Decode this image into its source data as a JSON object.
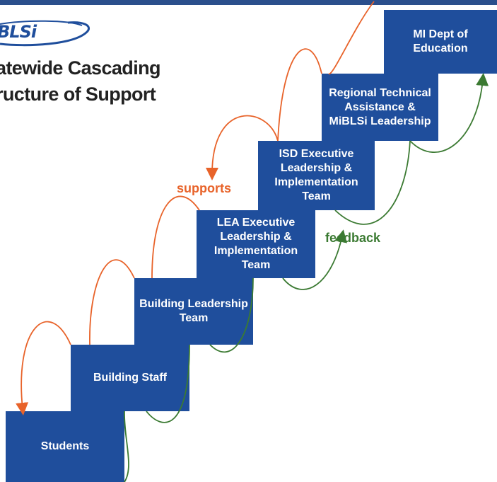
{
  "logo": {
    "text": "BLSi"
  },
  "title": {
    "line1": "atewide Cascading",
    "line2": "ructure of Support"
  },
  "steps": [
    {
      "label": "Students"
    },
    {
      "label": "Building Staff"
    },
    {
      "label": "Building Leadership Team"
    },
    {
      "label": "LEA Executive Leadership & Implementation Team"
    },
    {
      "label": "ISD Executive Leadership & Implementation Team"
    },
    {
      "label": "Regional Technical Assistance & MiBLSi Leadership"
    },
    {
      "label": "MI Dept of Education"
    }
  ],
  "arrows": {
    "supports_label": "supports",
    "feedback_label": "feedback",
    "supports_color": "#e8632a",
    "feedback_color": "#3b7a32"
  },
  "colors": {
    "step_fill": "#1f4e9c",
    "top_bar": "#2b4f8c"
  }
}
